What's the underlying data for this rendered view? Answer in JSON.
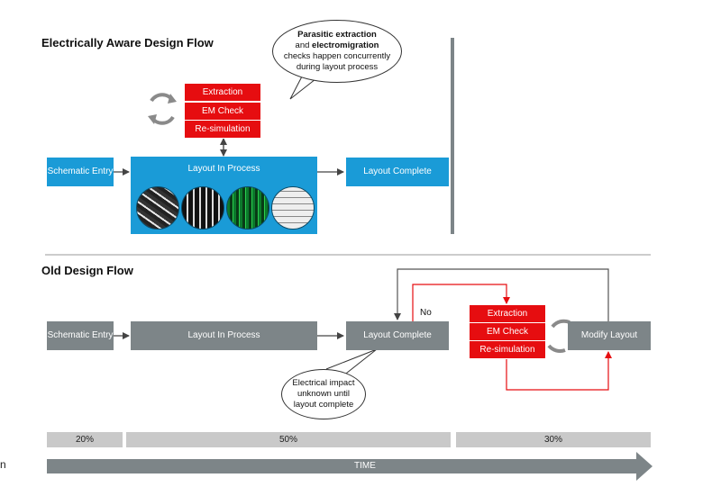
{
  "top": {
    "title": "Electrically Aware Design Flow",
    "schematic": "Schematic Entry",
    "layout_in_process": "Layout In Process",
    "layout_complete": "Layout Complete",
    "stack": [
      "Extraction",
      "EM Check",
      "Re-simulation"
    ],
    "bubble": {
      "line1": "Parasitic extraction",
      "line2_prefix": "and ",
      "line2_bold": "electromigration",
      "line3": "checks happen concurrently",
      "line4": "during layout process"
    }
  },
  "bottom": {
    "title": "Old Design Flow",
    "schematic": "Schematic Entry",
    "layout_in_process": "Layout In Process",
    "layout_complete": "Layout Complete",
    "no_label": "No",
    "stack": [
      "Extraction",
      "EM Check",
      "Re-simulation"
    ],
    "modify_layout": "Modify Layout",
    "bubble": [
      "Electrical impact",
      "unknown until",
      "layout complete"
    ]
  },
  "timeline": {
    "segments": [
      "20%",
      "50%",
      "30%"
    ],
    "arrow_label": "TIME",
    "edge_fragment": "n"
  },
  "colors": {
    "blue": "#1a9bd7",
    "gray": "#7d8588",
    "red": "#e60d10",
    "light_gray": "#c9c9c9"
  }
}
